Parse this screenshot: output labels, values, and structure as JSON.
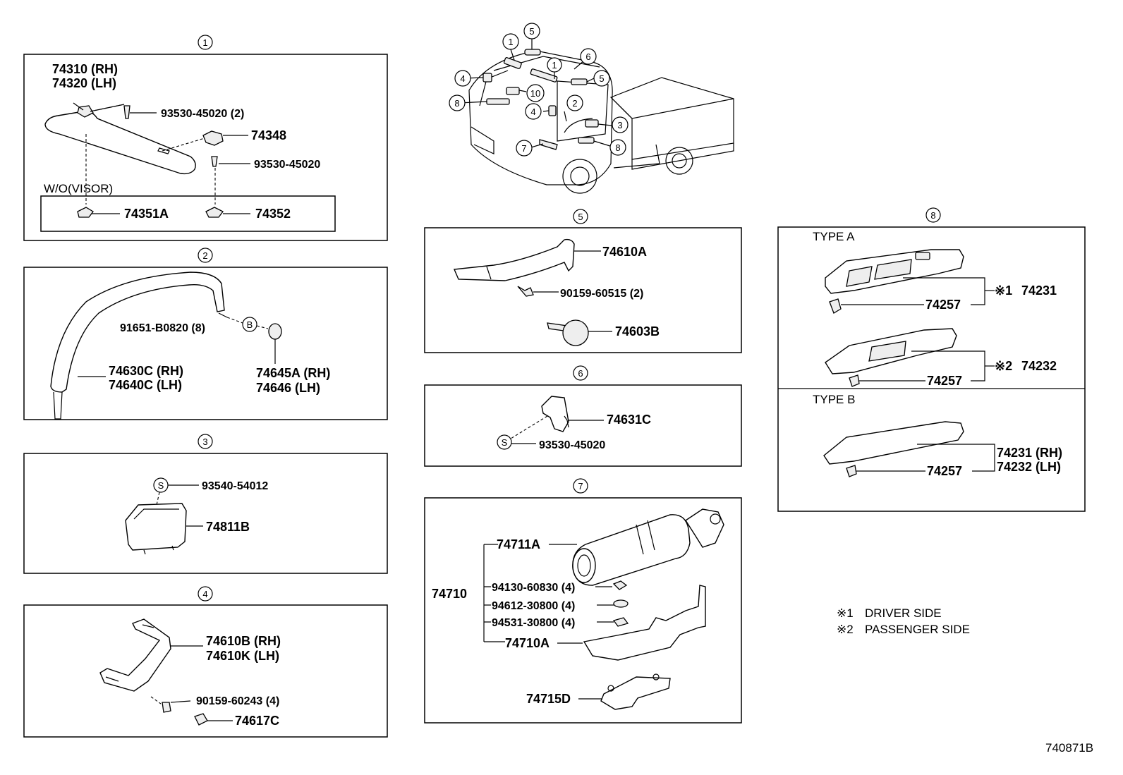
{
  "sections": {
    "s1": {
      "number": "1",
      "labels": {
        "visor_rh": "74310 (RH)",
        "visor_lh": "74320 (LH)",
        "screw_a": "93530-45020 (2)",
        "holder": "74348",
        "screw_b": "93530-45020",
        "wo_visor": "W/O(VISOR)",
        "clip_a": "74351A",
        "clip_b": "74352"
      }
    },
    "s2": {
      "number": "2",
      "labels": {
        "bolt": "91651-B0820 (8)",
        "bolt_marker": "B",
        "handle_rh": "74630C (RH)",
        "handle_lh": "74640C (LH)",
        "cap_rh": "74645A (RH)",
        "cap_lh": "74646 (LH)"
      }
    },
    "s3": {
      "number": "3",
      "labels": {
        "screw": "93540-54012",
        "screw_marker": "S",
        "pocket": "74811B"
      }
    },
    "s4": {
      "number": "4",
      "labels": {
        "grip_rh": "74610B (RH)",
        "grip_lh": "74610K (LH)",
        "screw": "90159-60243 (4)",
        "cap": "74617C"
      }
    },
    "s5": {
      "number": "5",
      "labels": {
        "grip": "74610A",
        "screw": "90159-60515 (2)",
        "clip": "74603B"
      }
    },
    "s6": {
      "number": "6",
      "labels": {
        "hook": "74631C",
        "screw": "93530-45020",
        "screw_marker": "S"
      }
    },
    "s7": {
      "number": "7",
      "labels": {
        "assy": "74710",
        "extinguisher": "74711A",
        "nut": "94130-60830 (4)",
        "washer_a": "94612-30800 (4)",
        "washer_b": "94531-30800 (4)",
        "bracket": "74710A",
        "plate": "74715D"
      }
    },
    "s8": {
      "number": "8",
      "labels": {
        "type_a": "TYPE A",
        "type_b": "TYPE B",
        "switch_driver_mark": "※1",
        "switch_driver": "74231",
        "switch_passenger_mark": "※2",
        "switch_passenger": "74232",
        "clip": "74257",
        "base_rh": "74231 (RH)",
        "base_lh": "74232 (LH)"
      }
    }
  },
  "truck_callouts": [
    "1",
    "5",
    "6",
    "4",
    "1",
    "5",
    "8",
    "10",
    "4",
    "2",
    "3",
    "7",
    "8"
  ],
  "notes": {
    "n1_mark": "※1",
    "n1": "DRIVER SIDE",
    "n2_mark": "※2",
    "n2": "PASSENGER SIDE"
  },
  "diagram_id": "740871B"
}
